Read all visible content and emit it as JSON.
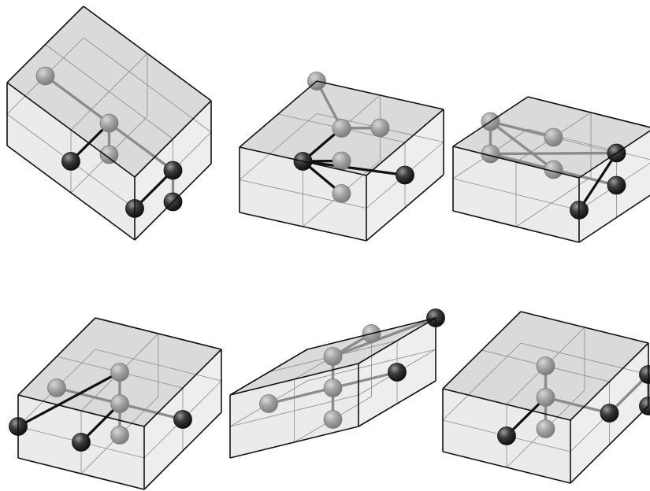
{
  "colors": {
    "background": "#ffffff",
    "top_face": "#d4d4d4",
    "front_face": "#e2e2e2",
    "right_face": "#ececec",
    "edge": "#111111",
    "grid": "#8a8a8a",
    "back_bond": "#8c8c8c",
    "front_bond": "#111111",
    "back_atom": "#a8a8a8",
    "front_atom": "#333333"
  },
  "diagram": {
    "type": "grid-of-cubes",
    "rows": 2,
    "columns": 3,
    "cube_subdivision": 2,
    "panels": [
      {
        "atoms": [
          [
            1,
            1,
            1
          ],
          [
            0,
            1,
            1
          ],
          [
            1,
            0,
            1
          ],
          [
            1,
            1,
            0
          ],
          [
            2,
            1,
            1
          ],
          [
            2,
            1,
            0
          ],
          [
            2,
            0,
            1
          ]
        ],
        "bonds": [
          [
            0,
            1
          ],
          [
            0,
            2
          ],
          [
            0,
            3
          ],
          [
            0,
            4
          ],
          [
            4,
            5
          ],
          [
            4,
            6
          ]
        ]
      },
      {
        "atoms": [
          [
            1,
            1,
            2
          ],
          [
            1,
            2,
            1
          ],
          [
            0,
            2,
            2
          ],
          [
            1,
            2,
            0
          ],
          [
            2,
            1,
            1
          ],
          [
            1,
            1,
            1
          ],
          [
            1,
            0,
            1
          ]
        ],
        "bonds": [
          [
            0,
            1
          ],
          [
            1,
            2
          ],
          [
            1,
            3
          ],
          [
            3,
            4
          ],
          [
            3,
            5
          ],
          [
            3,
            6
          ]
        ]
      },
      {
        "atoms": [
          [
            1,
            1,
            1
          ],
          [
            0,
            2,
            1
          ],
          [
            1,
            2,
            1
          ],
          [
            0,
            1,
            1
          ],
          [
            2,
            1,
            1
          ],
          [
            2,
            2,
            1
          ],
          [
            2,
            1,
            0
          ]
        ],
        "bonds": [
          [
            0,
            1
          ],
          [
            1,
            2
          ],
          [
            1,
            3
          ],
          [
            3,
            4
          ],
          [
            3,
            5
          ],
          [
            5,
            6
          ]
        ]
      },
      {
        "atoms": [
          [
            1,
            1,
            1
          ],
          [
            0,
            1,
            1
          ],
          [
            1,
            1,
            0
          ],
          [
            2,
            1,
            1
          ],
          [
            1,
            0,
            1
          ],
          [
            1,
            2,
            1
          ],
          [
            0,
            1,
            0
          ]
        ],
        "bonds": [
          [
            0,
            1
          ],
          [
            0,
            2
          ],
          [
            0,
            3
          ],
          [
            0,
            4
          ],
          [
            0,
            5
          ],
          [
            5,
            6
          ]
        ]
      },
      {
        "atoms": [
          [
            1,
            1,
            1
          ],
          [
            1,
            2,
            1
          ],
          [
            0,
            1,
            1
          ],
          [
            2,
            1,
            1
          ],
          [
            1,
            0,
            1
          ],
          [
            2,
            2,
            2
          ],
          [
            1,
            2,
            2
          ]
        ],
        "bonds": [
          [
            0,
            1
          ],
          [
            0,
            2
          ],
          [
            0,
            3
          ],
          [
            0,
            4
          ],
          [
            1,
            5
          ],
          [
            1,
            6
          ]
        ]
      },
      {
        "atoms": [
          [
            1,
            1,
            1
          ],
          [
            1,
            0,
            1
          ],
          [
            2,
            1,
            1
          ],
          [
            1,
            1,
            0
          ],
          [
            2,
            1,
            2
          ],
          [
            2,
            0,
            2
          ],
          [
            1,
            2,
            1
          ]
        ],
        "bonds": [
          [
            0,
            1
          ],
          [
            0,
            2
          ],
          [
            0,
            3
          ],
          [
            2,
            4
          ],
          [
            4,
            5
          ],
          [
            0,
            6
          ]
        ]
      }
    ]
  }
}
